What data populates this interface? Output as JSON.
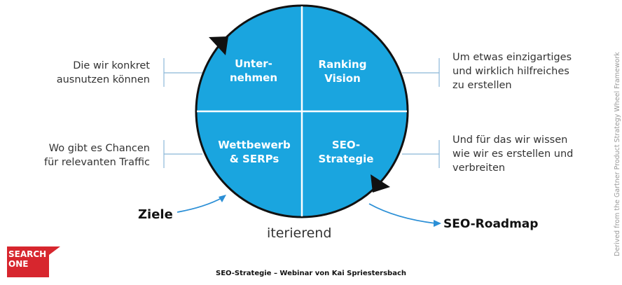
{
  "colors": {
    "circle_fill": "#1aa5df",
    "circle_stroke": "#111111",
    "arrow_blue": "#2b8fd6",
    "guide_line": "#8bb7d8",
    "logo_red": "#d7262e"
  },
  "quadrants": {
    "top_left": [
      "Unter-",
      "nehmen"
    ],
    "top_right": [
      "Ranking",
      "Vision"
    ],
    "bottom_left": [
      "Wettbewerb",
      "& SERPs"
    ],
    "bottom_right": [
      "SEO-",
      "Strategie"
    ]
  },
  "notes": {
    "left_top": [
      "Die wir konkret",
      "ausnutzen können"
    ],
    "left_bottom": [
      "Wo gibt es Chancen",
      "für relevanten Traffic"
    ],
    "right_top": [
      "Um etwas einzigartiges",
      "und wirklich hilfreiches",
      "zu erstellen"
    ],
    "right_bottom": [
      "Und für das wir wissen",
      "wie wir es erstellen und",
      "verbreiten"
    ]
  },
  "labels": {
    "ziele": "Ziele",
    "roadmap": "SEO-Roadmap",
    "iterierend": "iterierend"
  },
  "footer": "SEO-Strategie – Webinar von Kai Spriestersbach",
  "credit": "Derived from the Gartner Product Strategy Wheel Framework",
  "logo": {
    "line1": "SEARCH",
    "line2": "ONE"
  },
  "icons": {
    "cycle_arrows": "triangle-arrowhead",
    "flow_arrows": "curved-arrow"
  }
}
